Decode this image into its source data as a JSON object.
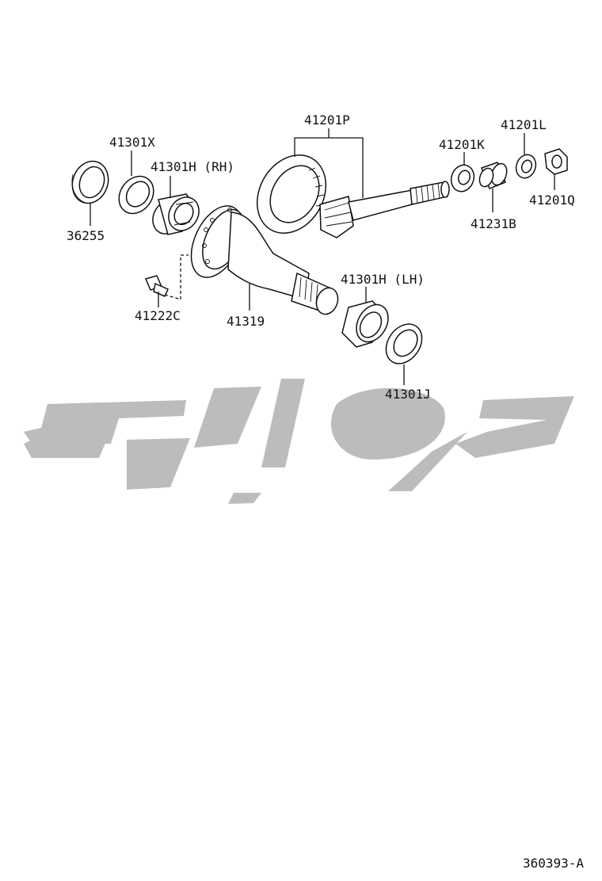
{
  "parts": {
    "p36255": "36255",
    "p41301X": "41301X",
    "p41301H_RH": "41301H (RH)",
    "p41201P": "41201P",
    "p41201K": "41201K",
    "p41201L": "41201L",
    "p41201Q": "41201Q",
    "p41231B": "41231B",
    "p41222C": "41222C",
    "p41319": "41319",
    "p41301H_LH": "41301H (LH)",
    "p41301J": "41301J"
  },
  "figure_number": "360393-A",
  "watermark": {
    "color": "#bcbcbc"
  }
}
